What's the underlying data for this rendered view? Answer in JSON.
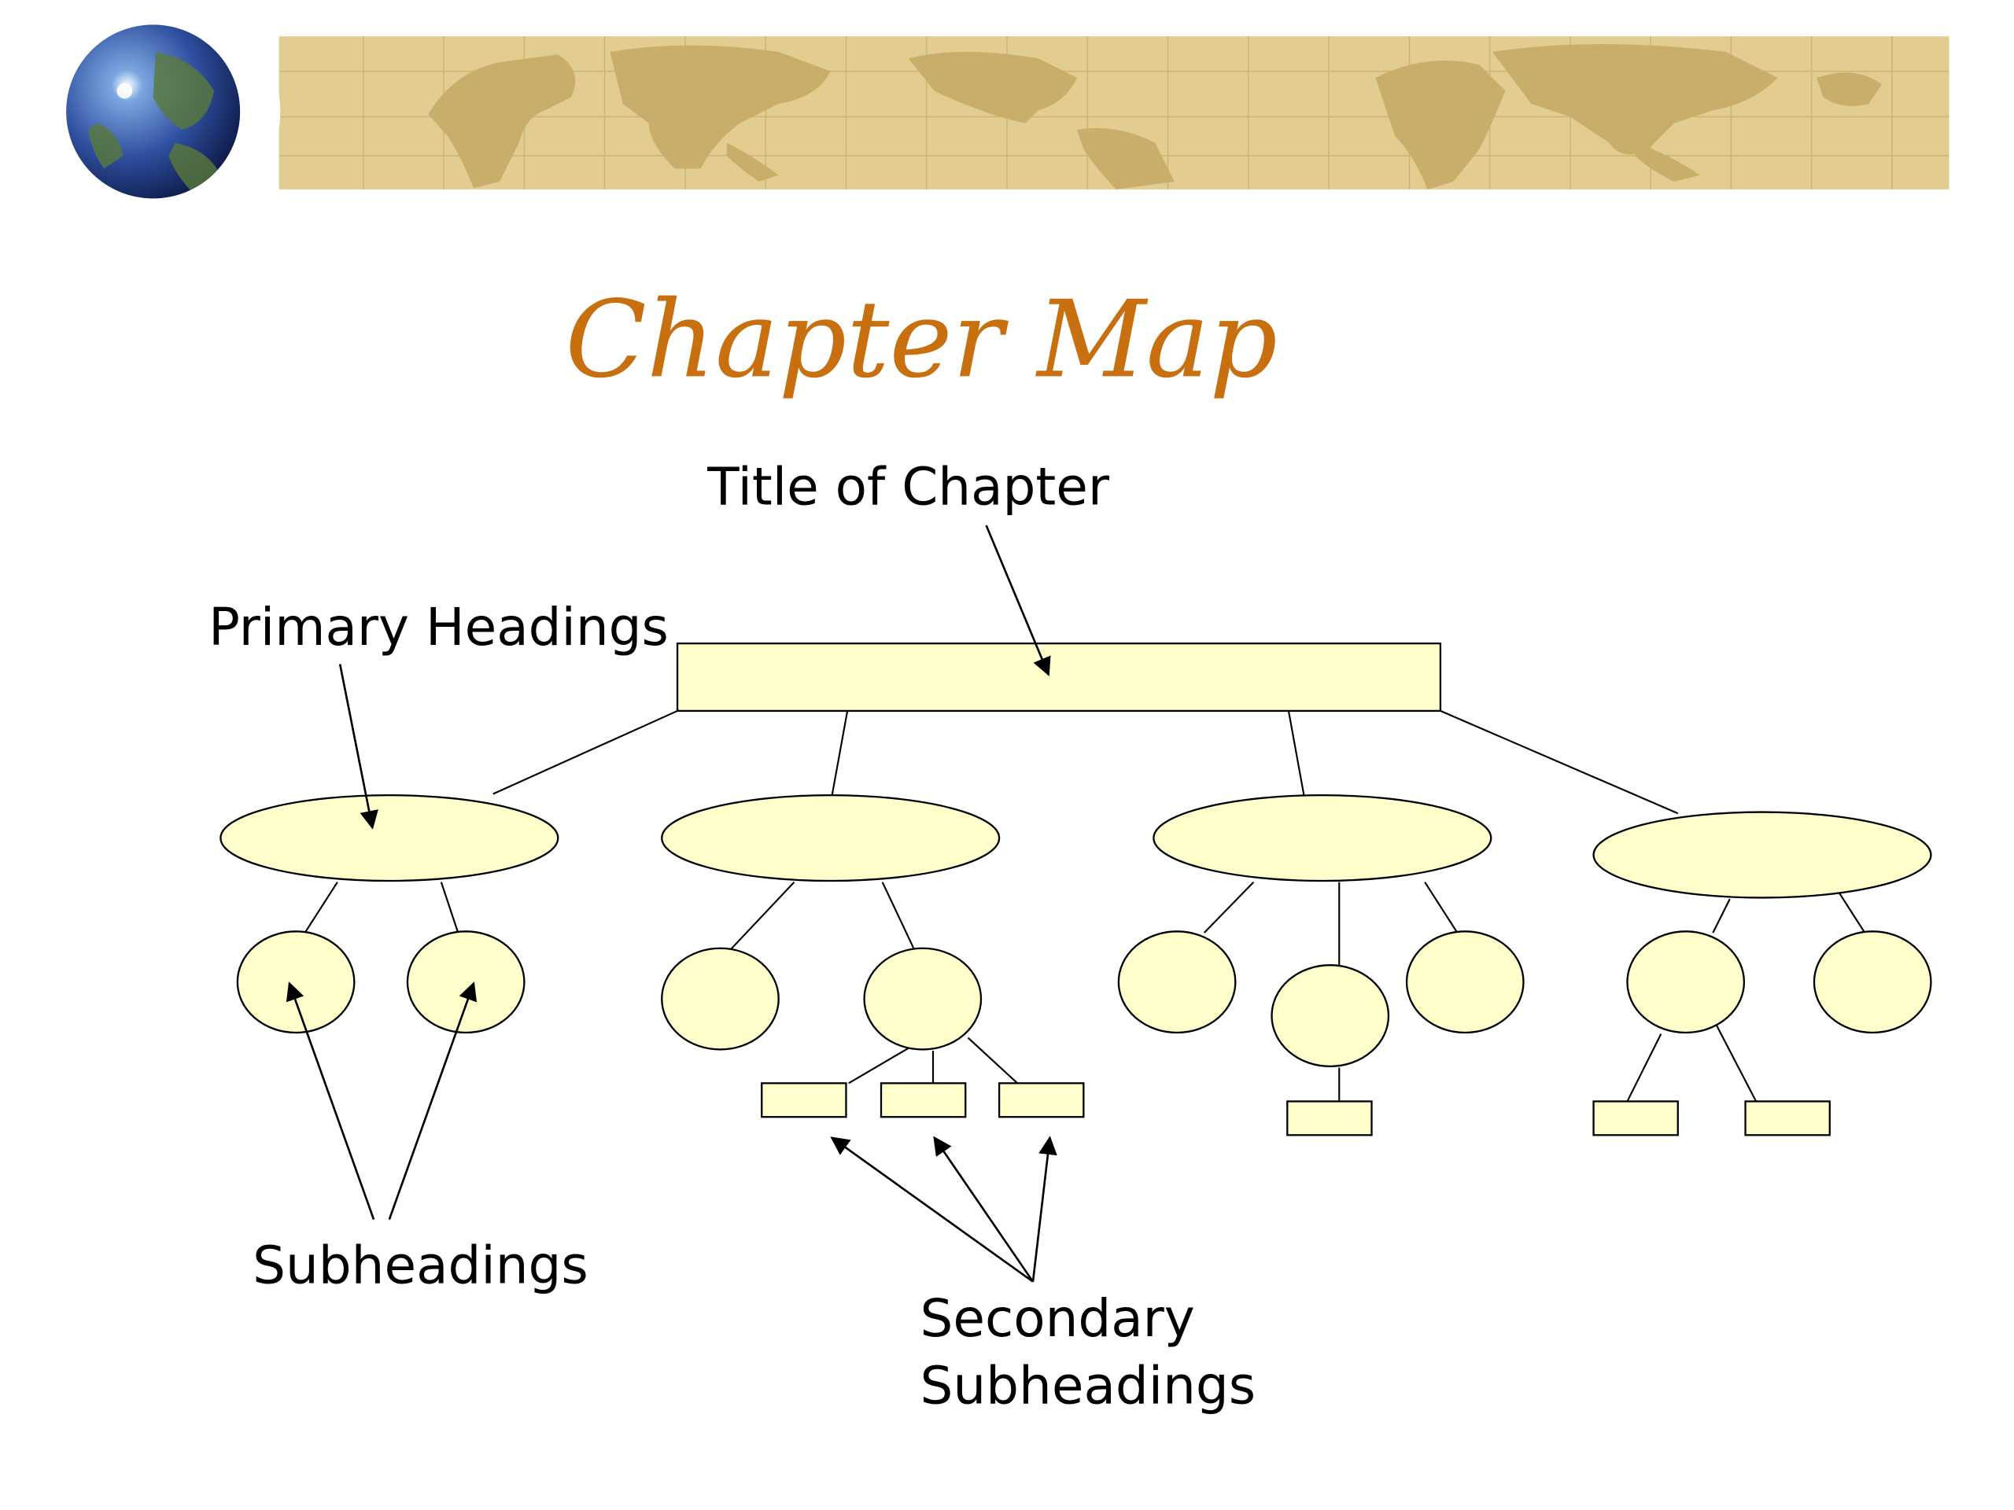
{
  "slide": {
    "title": "Chapter Map",
    "colors": {
      "title": "#C8700F",
      "banner": "#E3CC8F",
      "banner_land": "#C9AD6A",
      "shape_fill": "#FFFFCC",
      "line": "#000000"
    }
  },
  "labels": {
    "title_of_chapter": "Title of Chapter",
    "primary_headings": "Primary Headings",
    "subheadings": "Subheadings",
    "secondary_line1": "Secondary",
    "secondary_line2": "Subheadings"
  },
  "decor": {
    "banner_icon": "world-map-banner",
    "globe_icon": "globe-icon"
  }
}
